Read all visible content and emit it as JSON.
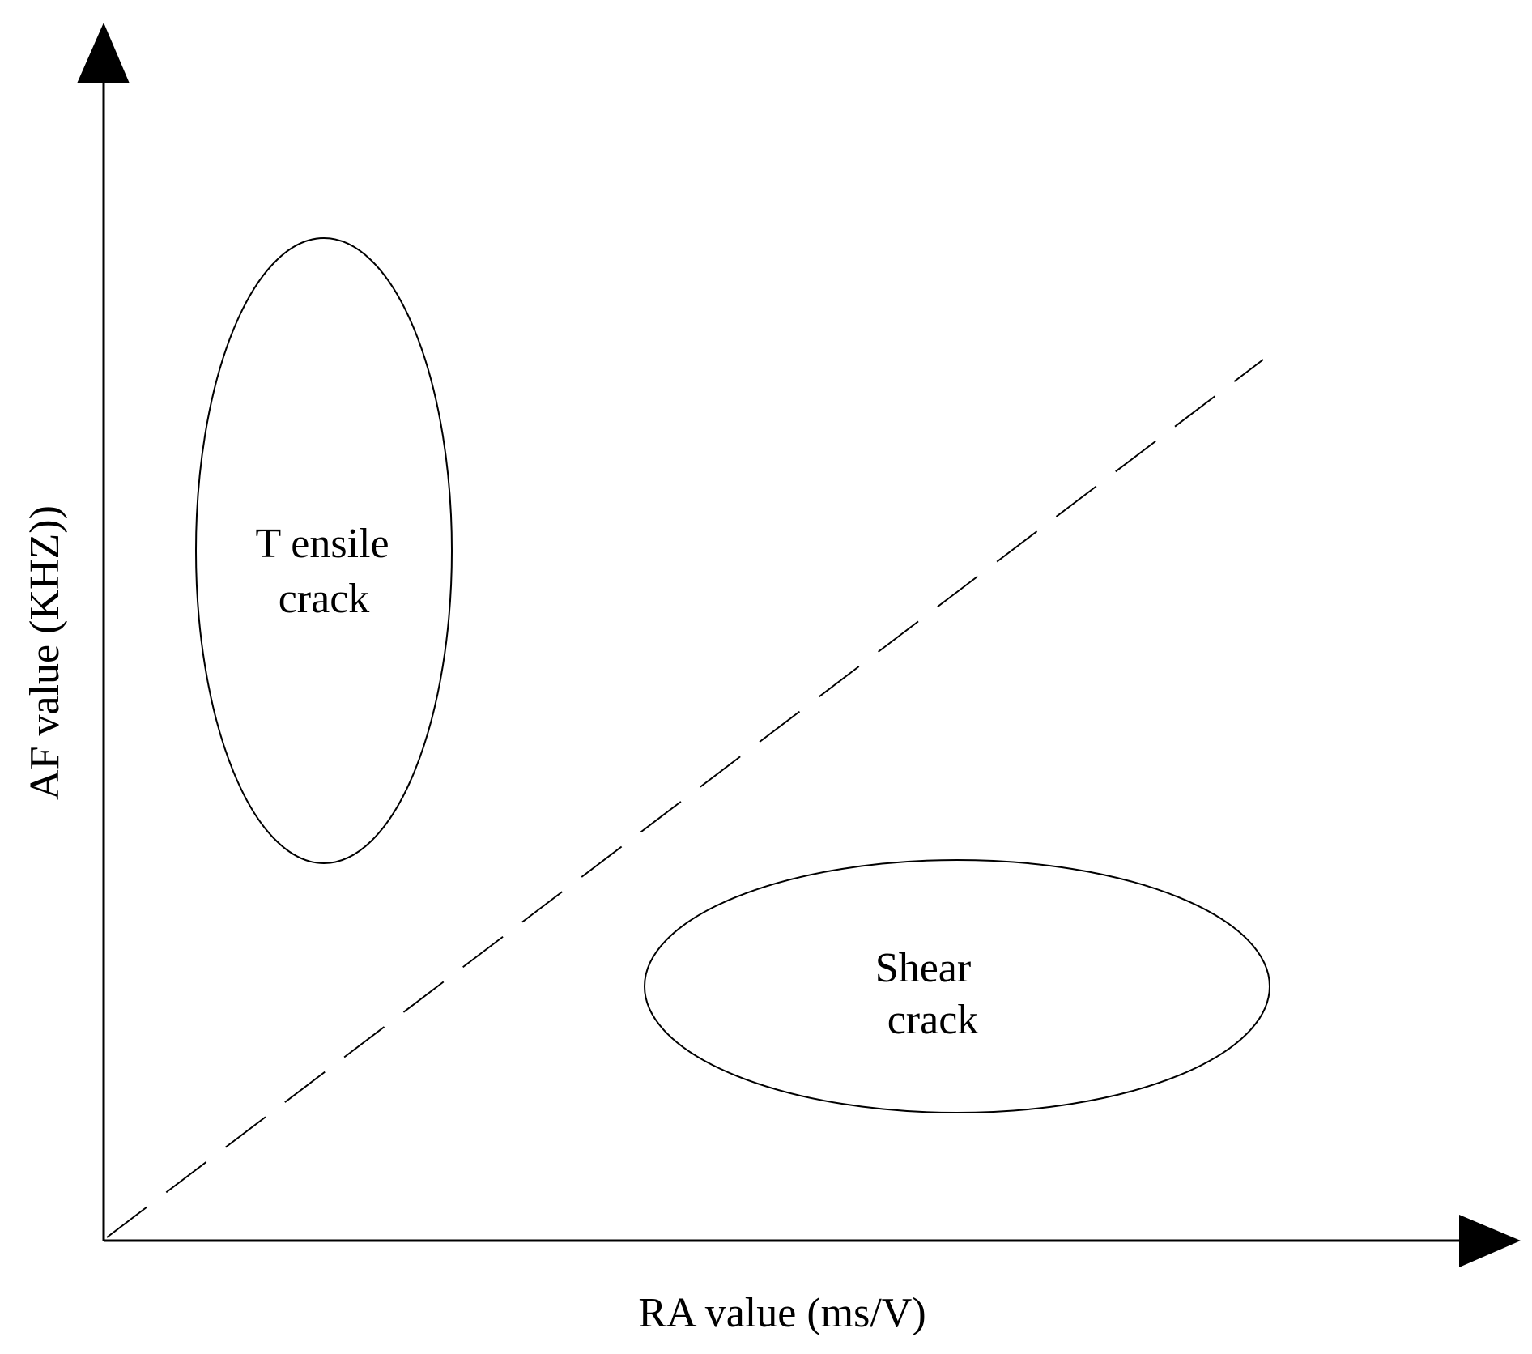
{
  "axes": {
    "x_label": "RA value (ms/V)",
    "y_label": "AF value (KHZ))"
  },
  "regions": {
    "tensile": {
      "line1": "T ensile",
      "line2": "crack"
    },
    "shear": {
      "line1": "Shear",
      "line2": "crack"
    }
  },
  "colors": {
    "stroke": "#000000",
    "background": "#ffffff"
  }
}
